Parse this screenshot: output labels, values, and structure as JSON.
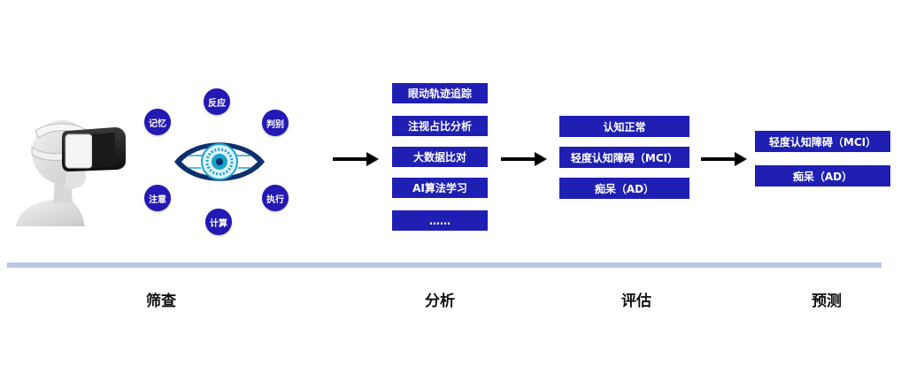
{
  "circles": {
    "memory": "记忆",
    "reaction": "反应",
    "judgment": "判别",
    "attention": "注意",
    "calculation": "计算",
    "execution": "执行"
  },
  "analysis_items": [
    "眼动轨迹追踪",
    "注视占比分析",
    "大数据比对",
    "AI算法学习",
    "……"
  ],
  "evaluation_items": [
    "认知正常",
    "轻度认知障碍（MCI）",
    "痴呆（AD）"
  ],
  "prediction_items": [
    "轻度认知障碍（MCI）",
    "痴呆（AD）"
  ],
  "stages": [
    "筛查",
    "分析",
    "评估",
    "预测"
  ],
  "colors": {
    "box_blue": "#1f1fb4",
    "circle_blue": "#2319b5",
    "divider": "#b7c7e4",
    "eye_teal": "#1aa3c8"
  }
}
